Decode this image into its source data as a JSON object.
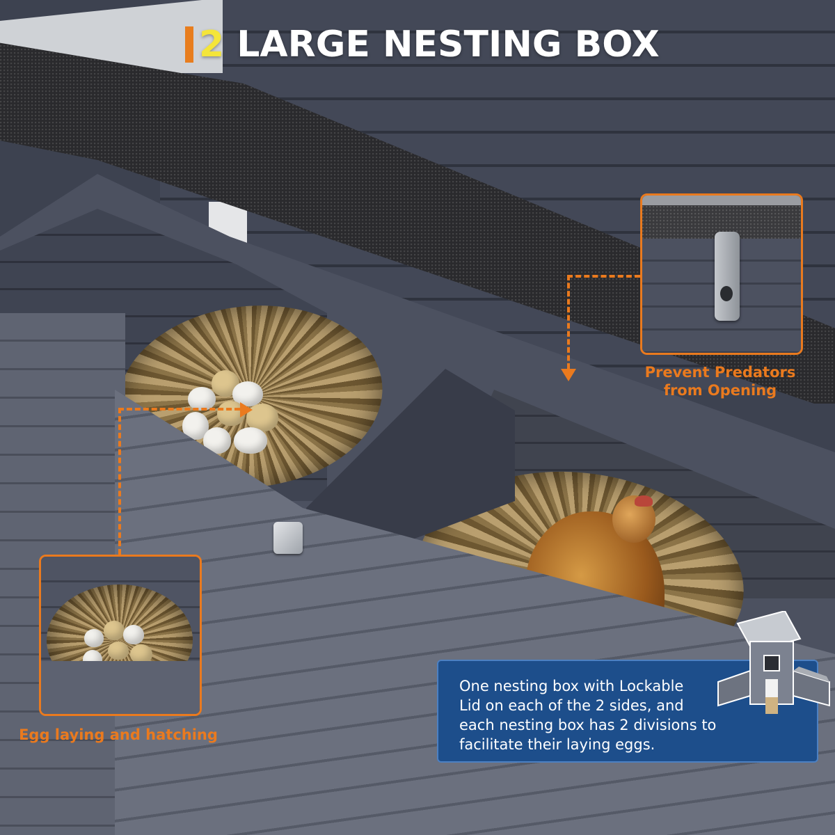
{
  "title": {
    "accent": "2",
    "rest": " LARGE NESTING BOX",
    "accent_color": "#f4e53a",
    "bar_color": "#e87d1e"
  },
  "callouts": {
    "lock": {
      "caption_line1": "Prevent Predators",
      "caption_line2": "from Opening",
      "color": "#ea7a1e"
    },
    "nest": {
      "caption": "Egg laying and hatching",
      "color": "#ea7a1e"
    }
  },
  "info_box": {
    "line1": "One nesting box with Lockable",
    "line2": "Lid on each of the 2 sides, and",
    "line3": "each nesting box has 2 divisions to",
    "line4": "facilitate their laying eggs.",
    "background": "#1d4e8b"
  },
  "icons": {
    "hasp": "lock-hasp-icon",
    "coop_thumbnail": "chicken-coop-thumbnail"
  }
}
